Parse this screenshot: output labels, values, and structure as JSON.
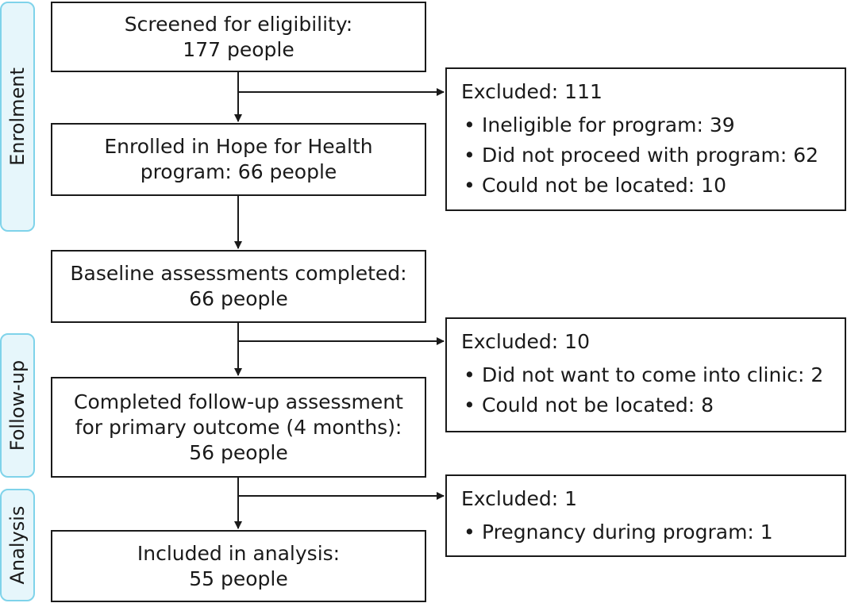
{
  "stages": {
    "enrolment": "Enrolment",
    "follow_up": "Follow-up",
    "analysis": "Analysis"
  },
  "boxes": {
    "screened": [
      "Screened for eligibility:",
      "177 people"
    ],
    "enrolled": [
      "Enrolled in Hope for Health",
      "program: 66 people"
    ],
    "baseline": [
      "Baseline assessments completed:",
      "66 people"
    ],
    "followup": [
      "Completed follow-up assessment",
      "for primary outcome (4 months):",
      "56 people"
    ],
    "analysis": [
      "Included in analysis:",
      "55 people"
    ]
  },
  "exclusions": {
    "first": {
      "title": "Excluded: 111",
      "items": [
        "Ineligible for program: 39",
        "Did not proceed with program: 62",
        "Could not be located: 10"
      ]
    },
    "second": {
      "title": "Excluded: 10",
      "items": [
        "Did not want to come into clinic: 2",
        "Could not be located: 8"
      ]
    },
    "third": {
      "title": "Excluded: 1",
      "items": [
        "Pregnancy during program: 1"
      ]
    }
  },
  "bullet": "•",
  "colors": {
    "stage_border": "#7fd3ea",
    "stage_fill": "#e6f6fb",
    "line": "#1a1a1a"
  }
}
